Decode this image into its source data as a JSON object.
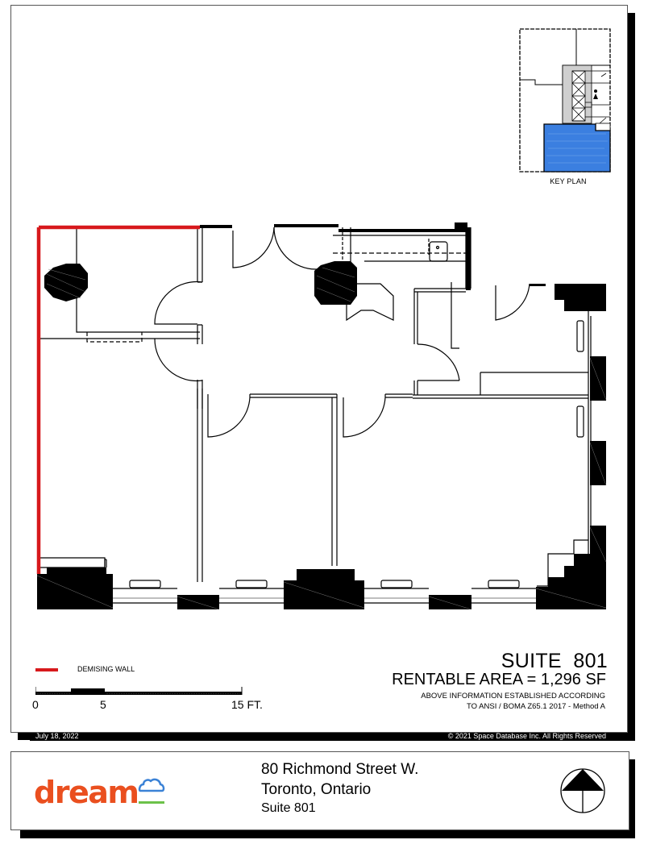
{
  "sheet": {
    "footer_date": "July 18, 2022",
    "footer_copyright": "© 2021 Space Database Inc. All Rights Reserved"
  },
  "key_plan": {
    "label": "KEY PLAN",
    "highlight_color": "#3b7fe0"
  },
  "floor_plan": {
    "demising_wall_color": "#d7191c",
    "icon": "floor-plan-drawing"
  },
  "legend": {
    "items": [
      {
        "label": "DEMISING WALL",
        "color": "#d7191c"
      }
    ]
  },
  "scale_bar": {
    "ticks": [
      "0",
      "5",
      "15 FT."
    ]
  },
  "title_block": {
    "suite": "SUITE  801",
    "rentable_area": "RENTABLE AREA = 1,296 SF",
    "note_line1": "ABOVE INFORMATION ESTABLISHED ACCORDING",
    "note_line2": "TO ANSI / BOMA Z65.1 2017 - Method A"
  },
  "info_box": {
    "brand": {
      "name": "dream",
      "text_color": "#ea4f1f",
      "cloud_color": "#3b82d6",
      "underline_color": "#6cc24a"
    },
    "address_line1": "80 Richmond Street W.",
    "address_line2": "Toronto, Ontario",
    "address_line3": "Suite 801",
    "north_arrow_icon": "north-arrow-icon"
  }
}
